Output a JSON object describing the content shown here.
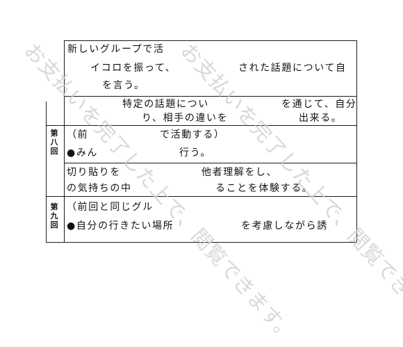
{
  "rows": [
    {
      "lines": [
        "新しいグループで活",
        "イコロを振って、",
        "された話題について自",
        "を言う。"
      ]
    },
    {
      "lines": [
        "特定の話題につい",
        "を通じて、自分",
        "り、相手の違いを",
        "出来る。"
      ]
    },
    {
      "session": [
        "第",
        "八",
        "回"
      ],
      "lines": [
        "（前",
        "で活動する）",
        "●みん",
        "行う。"
      ]
    },
    {
      "lines": [
        "切り貼りを",
        "他者理解をし、",
        "の気持ちの中",
        "ることを体験する。"
      ]
    },
    {
      "session": [
        "第",
        "九",
        "回"
      ],
      "lines": [
        "（前回と同じグル",
        "●自分の行きたい場所",
        "を考慮しながら誘"
      ]
    }
  ],
  "watermark": "お支払いを完了した上で、閲覧できます。"
}
